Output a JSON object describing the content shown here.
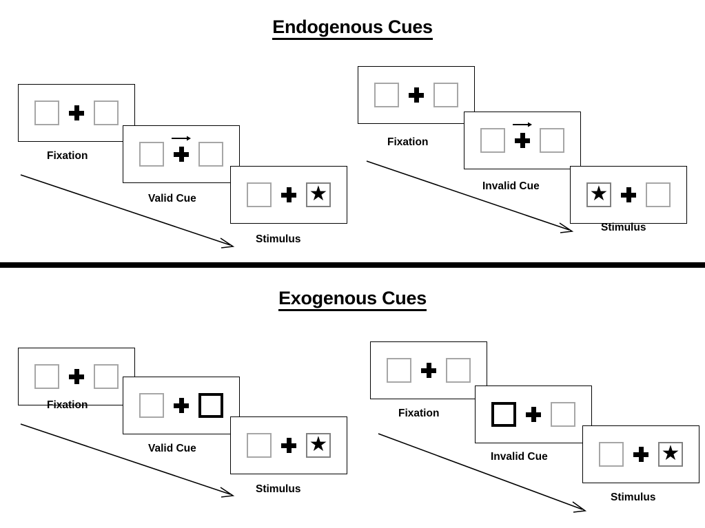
{
  "page": {
    "background": "#ffffff",
    "ink": "#000000",
    "box_outline": "#a6a6a6",
    "cued_box_outline": "#000000",
    "frame_outline": "#000000"
  },
  "sections": [
    {
      "id": "endogenous",
      "title": "Endogenous Cues",
      "trials": [
        {
          "id": "endogenous-valid",
          "panels": [
            {
              "caption": "Fixation",
              "cue": "none",
              "cued_side": null,
              "target_side": null,
              "arrow": false
            },
            {
              "caption": "Valid Cue",
              "cue": "arrow",
              "cued_side": null,
              "target_side": null,
              "arrow": true,
              "arrow_direction": "right"
            },
            {
              "caption": "Stimulus",
              "cue": "none",
              "cued_side": null,
              "target_side": "right",
              "arrow": false,
              "target_glyph": "★"
            }
          ]
        },
        {
          "id": "endogenous-invalid",
          "panels": [
            {
              "caption": "Fixation",
              "cue": "none",
              "cued_side": null,
              "target_side": null,
              "arrow": false
            },
            {
              "caption": "Invalid Cue",
              "cue": "arrow",
              "cued_side": null,
              "target_side": null,
              "arrow": true,
              "arrow_direction": "right"
            },
            {
              "caption": "Stimulus",
              "cue": "none",
              "cued_side": null,
              "target_side": "left",
              "arrow": false,
              "target_glyph": "★"
            }
          ]
        }
      ]
    },
    {
      "id": "exogenous",
      "title": "Exogenous Cues",
      "trials": [
        {
          "id": "exogenous-valid",
          "panels": [
            {
              "caption": "Fixation",
              "cue": "none",
              "cued_side": null,
              "target_side": null,
              "arrow": false
            },
            {
              "caption": "Valid Cue",
              "cue": "box-flash",
              "cued_side": "right",
              "target_side": null,
              "arrow": false
            },
            {
              "caption": "Stimulus",
              "cue": "none",
              "cued_side": null,
              "target_side": "right",
              "arrow": false,
              "target_glyph": "★"
            }
          ]
        },
        {
          "id": "exogenous-invalid",
          "panels": [
            {
              "caption": "Fixation",
              "cue": "none",
              "cued_side": null,
              "target_side": null,
              "arrow": false
            },
            {
              "caption": "Invalid Cue",
              "cue": "box-flash",
              "cued_side": "left",
              "target_side": null,
              "arrow": false
            },
            {
              "caption": "Stimulus",
              "cue": "none",
              "cued_side": null,
              "target_side": "right",
              "arrow": false,
              "target_glyph": "★"
            }
          ]
        }
      ]
    }
  ],
  "labels": {
    "endogenous_title": "Endogenous Cues",
    "exogenous_title": "Exogenous Cues",
    "fixation": "Fixation",
    "valid_cue": "Valid Cue",
    "invalid_cue": "Invalid Cue",
    "stimulus": "Stimulus",
    "star_glyph": "★"
  }
}
